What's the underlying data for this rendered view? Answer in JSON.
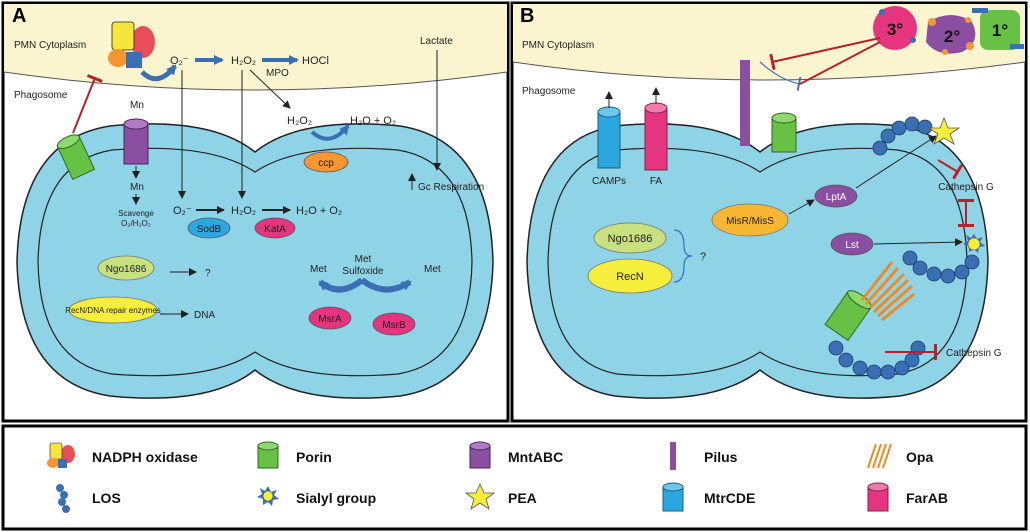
{
  "panels": {
    "a": {
      "label": "A",
      "pmn_cytoplasm": "PMN Cytoplasm",
      "phagosome": "Phagosome",
      "superoxide": "O₂⁻",
      "h2o2_top": "H₂O₂",
      "hocl": "HOCl",
      "mpo": "MPO",
      "lactate": "Lactate",
      "mn_top": "Mn",
      "mn_inner": "Mn",
      "scavenge": [
        "Scavenge",
        "O₂/H₂O₂"
      ],
      "h2o2_ccp": "H₂O₂",
      "h2o_o2_ccp": "H₂O + O₂",
      "ccp": "ccp",
      "gc_respiration": "Gc Respiration",
      "superoxide_in": "O₂⁻",
      "h2o2_in": "H₂O₂",
      "h2o_o2_in": "H₂O + O₂",
      "sodb": "SodB",
      "kata": "KatA",
      "ngo1686": "Ngo1686",
      "question": "?",
      "recn_enzymes": "RecN/DNA repair enzymes",
      "dna": "DNA",
      "met_left": "Met",
      "met_sulfoxide": [
        "Met",
        "Sulfoxide"
      ],
      "met_right": "Met",
      "msra": "MsrA",
      "msrb": "MsrB"
    },
    "b": {
      "label": "B",
      "pmn_cytoplasm": "PMN Cytoplasm",
      "phagosome": "Phagosome",
      "granule_3": "3°",
      "granule_2": "2°",
      "granule_1": "1°",
      "camps": "CAMPs",
      "fa": "FA",
      "misr_miss": "MisR/MisS",
      "lpta": "LptA",
      "lst": "Lst",
      "cathepsin_top": "Cathepsin G",
      "cathepsin_bottom": "Cathepsin G",
      "ngo1686": "Ngo1686",
      "recn": "RecN",
      "question": "?"
    }
  },
  "legend": [
    {
      "icon": "nadph-oxidase",
      "label": "NADPH oxidase"
    },
    {
      "icon": "porin",
      "label": "Porin"
    },
    {
      "icon": "mntabc",
      "label": "MntABC"
    },
    {
      "icon": "pilus",
      "label": "Pilus"
    },
    {
      "icon": "opa",
      "label": "Opa"
    },
    {
      "icon": "los",
      "label": "LOS"
    },
    {
      "icon": "sialyl-group",
      "label": "Sialyl group"
    },
    {
      "icon": "pea",
      "label": "PEA"
    },
    {
      "icon": "mtrcde",
      "label": "MtrCDE"
    },
    {
      "icon": "farab",
      "label": "FarAB"
    }
  ],
  "colors": {
    "cytoplasm": "#fbf5cf",
    "phagosome": "#ffffff",
    "bacterium": "#8fd3e6",
    "porin": "#66c144",
    "mntabc": "#8a4fa0",
    "los": "#3a6fb0",
    "mtrcde": "#2aa7df",
    "farab": "#e5357f",
    "yellow_enzyme": "#f5ee3b",
    "orange_enzyme": "#f59533",
    "inhibit_red": "#b8202a"
  }
}
